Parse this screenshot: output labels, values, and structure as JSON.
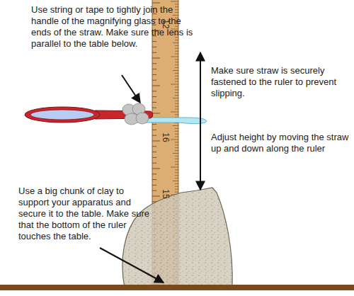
{
  "diagram": {
    "labels": [
      "Use string or tape to tightly join the handle of the magnifying glass to the ends of the straw. Make sure the lens is parallel to the table below.",
      "Make sure straw is securely fastened to the ruler to prevent slipping.",
      "Adjust height by moving the straw up and down along the ruler",
      "Use a big chunk of clay to support your apparatus and secure it to the table. Make sure that the bottom of the ruler touches the table.",
      "12",
      "16",
      "15"
    ]
  }
}
